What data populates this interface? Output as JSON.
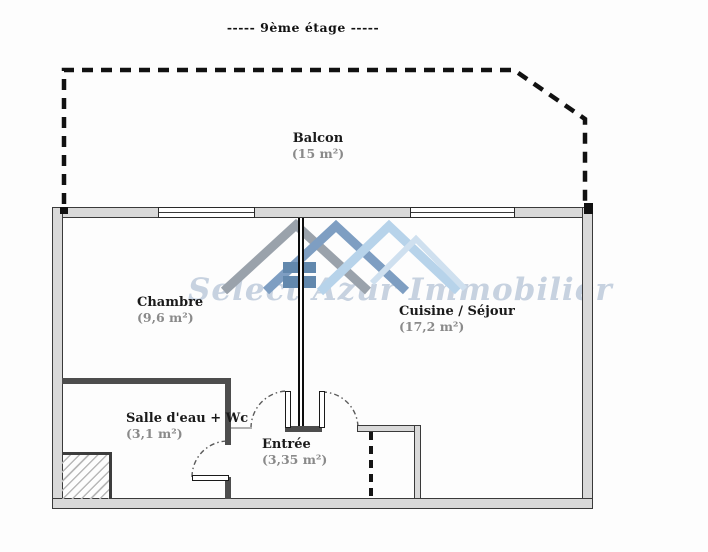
{
  "title": "----- 9ème étage -----",
  "watermark": {
    "text": "Select Azur Immobilier",
    "icon": "house-roofs-logo"
  },
  "rooms": {
    "balcon": {
      "name": "Balcon",
      "area": "(15 m²)"
    },
    "chambre": {
      "name": "Chambre",
      "area": "(9,6 m²)"
    },
    "cuisine_sejour": {
      "name": "Cuisine / Séjour",
      "area": "(17,2 m²)"
    },
    "salle_eau_wc": {
      "name": "Salle d'eau + Wc",
      "area": "(3,1 m²)"
    },
    "entree": {
      "name": "Entrée",
      "area": "(3,35 m²)"
    }
  },
  "colors": {
    "wall_fill": "#d9d9d9",
    "wall_edge": "#3a3a3a",
    "interior_wall": "#4d4d4d",
    "balcony_dashed_outline": "#111111",
    "room_text": "#1a1a1a",
    "area_text": "#8a8a8a",
    "watermark_text": "#c7d2e0",
    "logo_gray": "#9aa2ab",
    "logo_steel_blue": "#7e9ec2",
    "logo_light_blue": "#b7d3ea",
    "logo_window": "#6288ad"
  }
}
